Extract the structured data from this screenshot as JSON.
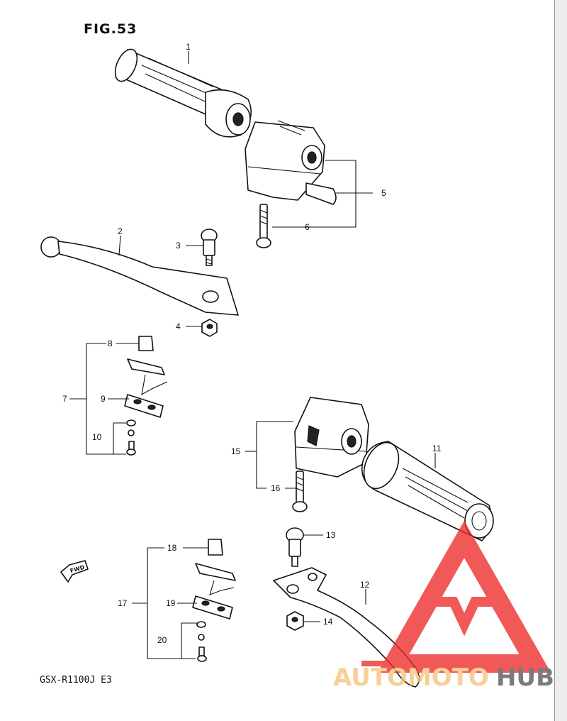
{
  "figure": {
    "title": "FIG.53",
    "model": "GSX-R1100J E3"
  },
  "callouts": [
    {
      "id": "1",
      "text": "1"
    },
    {
      "id": "2",
      "text": "2"
    },
    {
      "id": "3",
      "text": "3"
    },
    {
      "id": "4",
      "text": "4"
    },
    {
      "id": "5",
      "text": "5"
    },
    {
      "id": "6",
      "text": "6"
    },
    {
      "id": "7",
      "text": "7"
    },
    {
      "id": "8",
      "text": "8"
    },
    {
      "id": "9",
      "text": "9"
    },
    {
      "id": "10",
      "text": "10"
    },
    {
      "id": "11",
      "text": "11"
    },
    {
      "id": "12",
      "text": "12"
    },
    {
      "id": "13",
      "text": "13"
    },
    {
      "id": "14",
      "text": "14"
    },
    {
      "id": "15",
      "text": "15"
    },
    {
      "id": "16",
      "text": "16"
    },
    {
      "id": "17",
      "text": "17"
    },
    {
      "id": "18",
      "text": "18"
    },
    {
      "id": "19",
      "text": "19"
    },
    {
      "id": "20",
      "text": "20"
    }
  ],
  "arrow": {
    "text": "FWD"
  },
  "watermark": {
    "part1": "AUTOMOTO",
    "part2": "HUB",
    "color1": "#f5c27a",
    "color2": "#555555",
    "logo_color": "#ee2b2b"
  }
}
